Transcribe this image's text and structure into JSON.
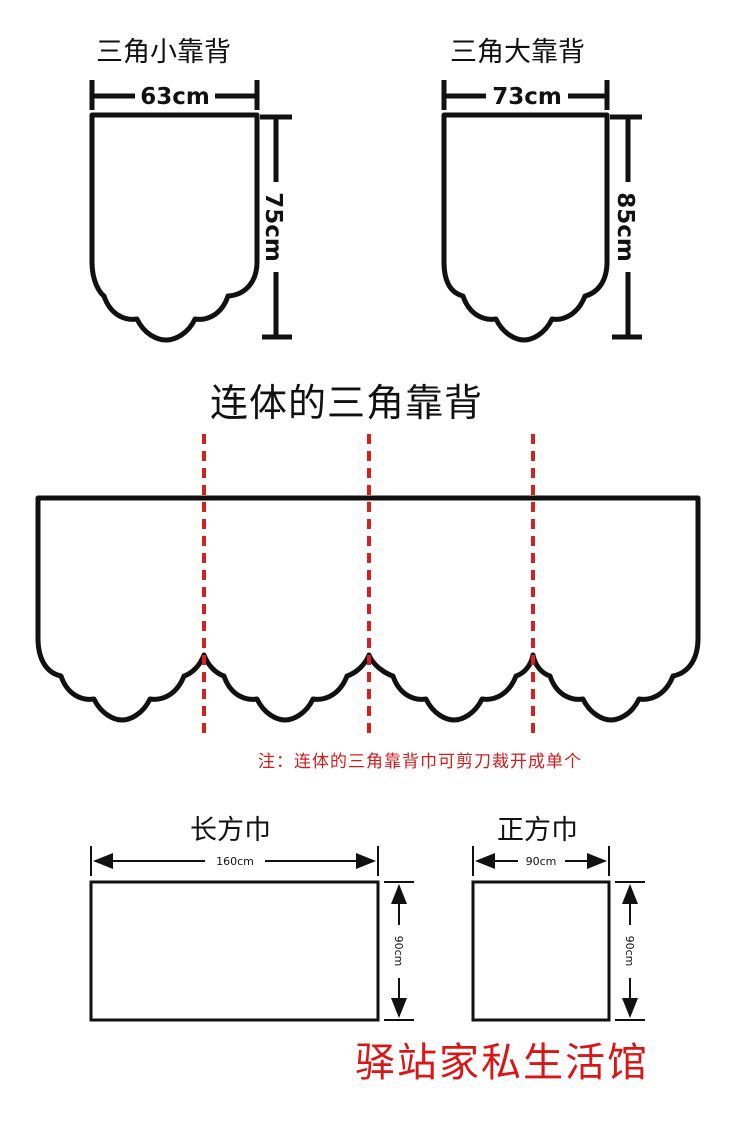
{
  "small_triangle": {
    "title": "三角小靠背",
    "width_label": "63cm",
    "height_label": "75cm"
  },
  "large_triangle": {
    "title": "三角大靠背",
    "width_label": "73cm",
    "height_label": "85cm"
  },
  "joined_triangle": {
    "title": "连体的三角靠背",
    "note": "注：连体的三角靠背巾可剪刀裁开成单个"
  },
  "rectangle_towel": {
    "title": "长方巾",
    "width_label": "160cm",
    "height_label": "90cm"
  },
  "square_towel": {
    "title": "正方巾",
    "width_label": "90cm",
    "height_label": "90cm"
  },
  "shop_name": "驿站家私生活馆",
  "colors": {
    "outline": "#111111",
    "cut_line": "#d42020",
    "note_text": "#d11c1c",
    "brand_text": "#d81818"
  }
}
